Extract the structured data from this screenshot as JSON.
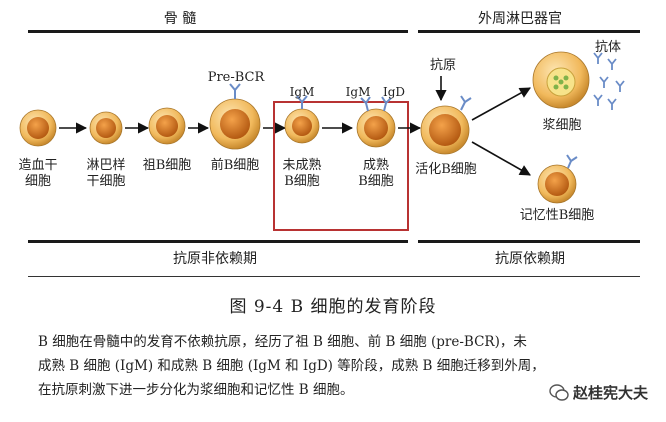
{
  "header": {
    "bone_marrow": "骨 髓",
    "peripheral": "外周淋巴器官"
  },
  "cells": {
    "hsc": "造血干\n细胞",
    "lymphoid": "淋巴样\n干细胞",
    "pro_b": "祖B细胞",
    "pre_b": "前B细胞",
    "immature_b": "未成熟\nB细胞",
    "mature_b": "成熟\nB细胞",
    "activated_b": "活化B细胞",
    "plasma": "浆细胞",
    "memory": "记忆性B细胞"
  },
  "markers": {
    "pre_bcr": "Pre-BCR",
    "igm1": "IgM",
    "igm2": "IgM",
    "igd": "IgD",
    "antigen": "抗原",
    "antibody": "抗体"
  },
  "footer": {
    "independent": "抗原非依赖期",
    "dependent": "抗原依赖期"
  },
  "caption": "图 9-4  B 细胞的发育阶段",
  "description": {
    "line1": "B 细胞在骨髓中的发育不依赖抗原，经历了祖 B 细胞、前 B 细胞 (pre-BCR)，未",
    "line2": "成熟 B 细胞 (IgM) 和成熟 B 细胞 (IgM 和 IgD) 等阶段，成熟 B 细胞迁移到外周，",
    "line3": "在抗原刺激下进一步分化为浆细胞和记忆性 B 细胞。"
  },
  "watermark": "赵桂宪大夫",
  "colors": {
    "cell_outer": "#f5c87a",
    "cell_inner": "#d2691e",
    "highlight_box": "#c0392b",
    "receptor": "#6a8cc7"
  }
}
